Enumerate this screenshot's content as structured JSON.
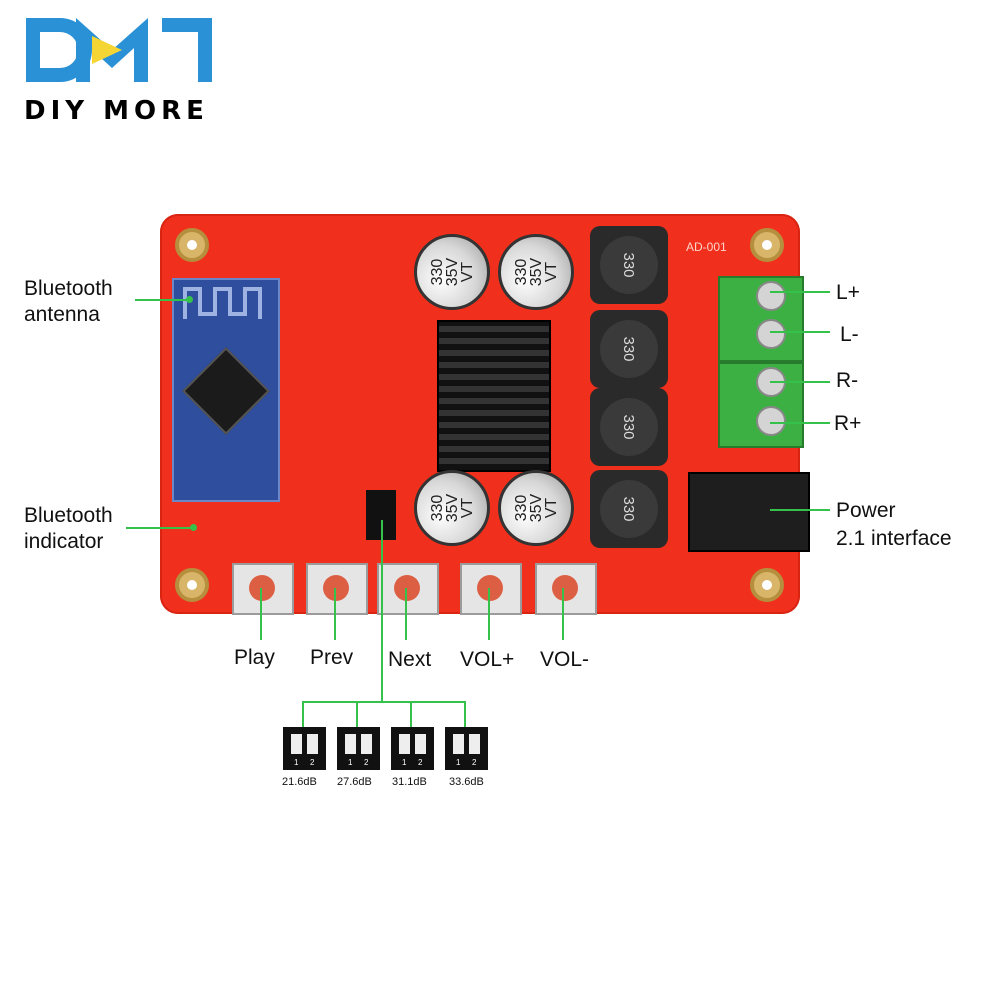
{
  "brand": {
    "logo_text": "DM",
    "name": "DIY MORE",
    "logo_color": "#2a91d6",
    "accent_color": "#ffffff"
  },
  "board": {
    "model_text": "AD-001",
    "capacitor_label": "330\n35V\nVT",
    "inductor_label": "330"
  },
  "callouts": {
    "bluetooth_antenna": "Bluetooth antenna",
    "bluetooth_indicator": "Bluetooth indicator",
    "l_plus": "L+",
    "l_minus": "L-",
    "r_minus": "R-",
    "r_plus": "R+",
    "power_line1": "Power",
    "power_line2": "2.1 interface",
    "play": "Play",
    "prev": "Prev",
    "next": "Next",
    "vol_plus": "VOL+",
    "vol_minus": "VOL-"
  },
  "gain_switches": [
    {
      "label": "21.6dB",
      "pos1": "1",
      "pos2": "2"
    },
    {
      "label": "27.6dB",
      "pos1": "1",
      "pos2": "2"
    },
    {
      "label": "31.1dB",
      "pos1": "1",
      "pos2": "2"
    },
    {
      "label": "33.6dB",
      "pos1": "1",
      "pos2": "2"
    }
  ],
  "line_color": "#35c24a",
  "board_color": "#f0301c"
}
